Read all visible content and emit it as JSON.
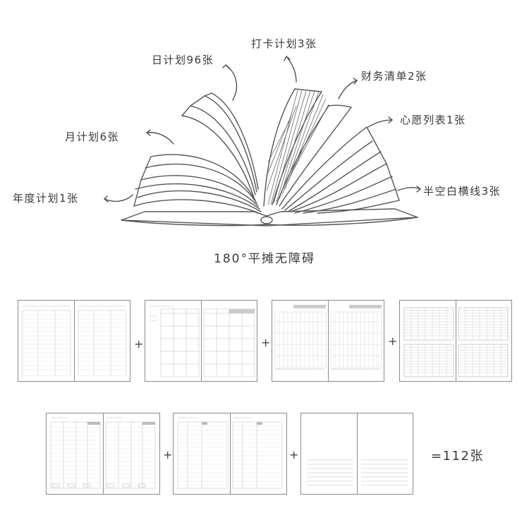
{
  "book_labels": {
    "daily": "日计划96张",
    "checkin": "打卡计划3张",
    "finance": "财务清单2张",
    "wishlist": "心愿列表1张",
    "monthly": "月计划6张",
    "half_blank": "半空白横线3张",
    "yearly": "年度计划1张"
  },
  "caption": "180°平摊无障碍",
  "plus_sign": "+",
  "total": "=112张"
}
